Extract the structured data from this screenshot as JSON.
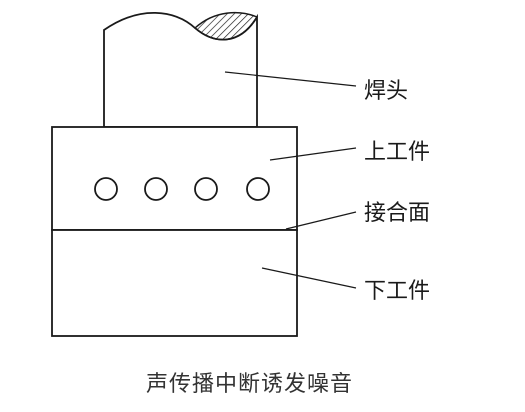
{
  "labels": {
    "horn": "焊头",
    "upper_workpiece": "上工件",
    "interface": "接合面",
    "lower_workpiece": "下工件"
  },
  "caption": "声传播中断诱发噪音",
  "hole_count": 4
}
